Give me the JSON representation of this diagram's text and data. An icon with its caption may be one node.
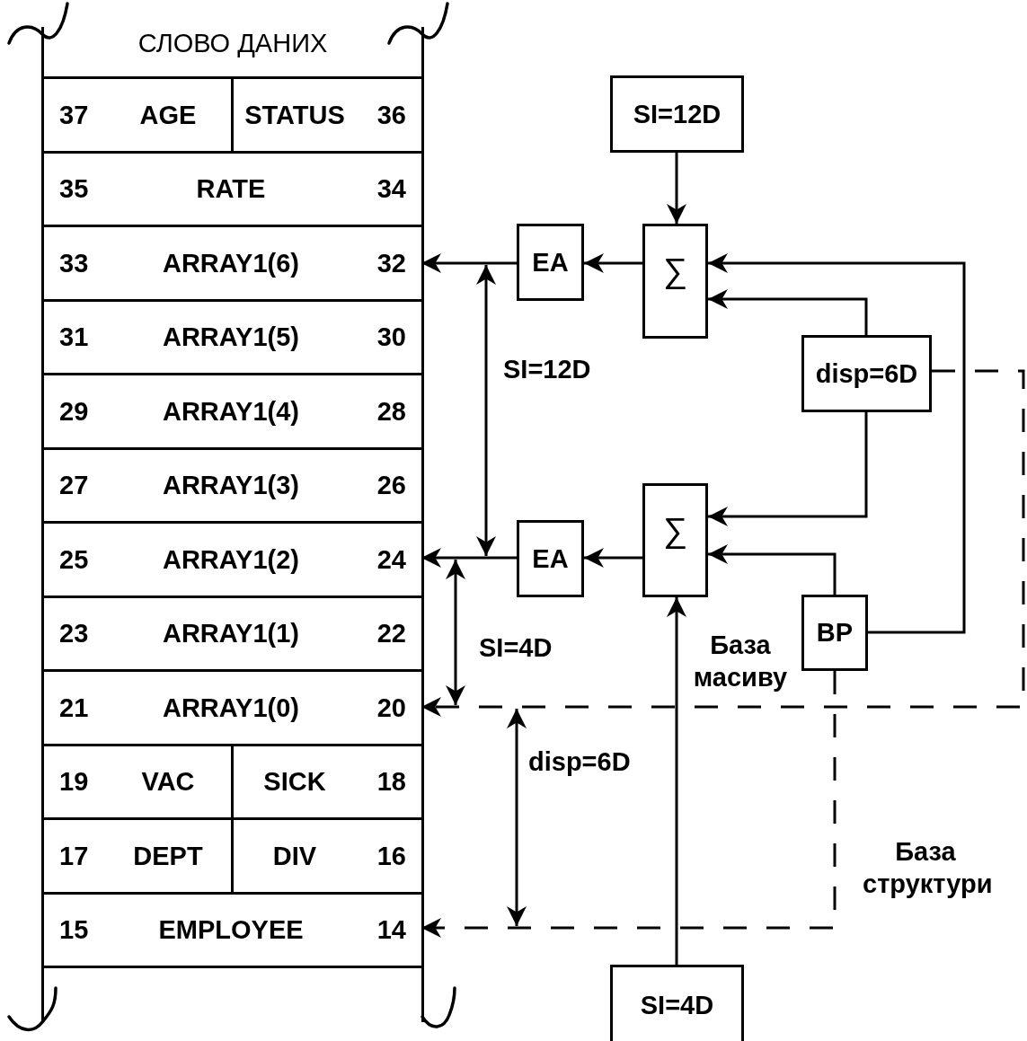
{
  "diagram": {
    "nodes": [
      {
        "text": [
          "СЛОВО ДАНИХ"
        ]
      },
      {
        "text": [
          "37",
          "AGE",
          "STATUS",
          "36"
        ],
        "in": 0
      },
      {
        "text": [
          "35",
          "RATE",
          "34"
        ],
        "in": 0
      },
      {
        "text": [
          "33",
          "ARRAY1(6)",
          "32"
        ],
        "in": 0
      },
      {
        "text": [
          "31",
          "ARRAY1(5)",
          "30"
        ],
        "in": 0
      },
      {
        "text": [
          "29",
          "ARRAY1(4)",
          "28"
        ],
        "in": 0
      },
      {
        "text": [
          "27",
          "ARRAY1(3)",
          "26"
        ],
        "in": 0
      },
      {
        "text": [
          "25",
          "ARRAY1(2)",
          "24"
        ],
        "in": 0
      },
      {
        "text": [
          "23",
          "ARRAY1(1)",
          "22"
        ],
        "in": 0
      },
      {
        "text": [
          "21",
          "ARRAY1(0)",
          "20"
        ],
        "in": 0
      },
      {
        "text": [
          "19",
          "VAC",
          "SICK",
          "18"
        ],
        "in": 0
      },
      {
        "text": [
          "17",
          "DEPT",
          "DIV",
          "16"
        ],
        "in": 0
      },
      {
        "text": [
          "15",
          "EMPLOYEE",
          "14"
        ],
        "in": 0
      },
      {
        "text": [
          "SI=12D"
        ]
      },
      {
        "text": [
          "∑"
        ]
      },
      {
        "text": [
          "EA"
        ]
      },
      {
        "text": [
          "disp=6D"
        ]
      },
      {
        "text": [
          "∑"
        ]
      },
      {
        "text": [
          "EA"
        ]
      },
      {
        "text": [
          "BP"
        ]
      },
      {
        "text": [
          "SI=4D"
        ]
      }
    ],
    "edges": [
      {
        "from": 13,
        "to": 14,
        "arrow": "to"
      },
      {
        "from": 14,
        "to": 15,
        "arrow": "to"
      },
      {
        "from": 15,
        "to": 3,
        "arrow": "to"
      },
      {
        "from": 19,
        "to": 14,
        "arrow": "to"
      },
      {
        "from": 16,
        "to": 14,
        "arrow": "to"
      },
      {
        "from": 16,
        "to": 17,
        "arrow": "to"
      },
      {
        "from": 19,
        "to": 17,
        "arrow": "to"
      },
      {
        "from": 17,
        "to": 18,
        "arrow": "to"
      },
      {
        "from": 18,
        "to": 7,
        "arrow": "to"
      },
      {
        "from": 20,
        "to": 17,
        "arrow": "to"
      },
      {
        "from": 16,
        "to": 9,
        "arrow": "to",
        "style": "dashed",
        "label": "База масиву"
      },
      {
        "from": 19,
        "to": 12,
        "arrow": "to",
        "style": "dashed",
        "label": "База структури"
      }
    ],
    "labels": [
      "SI=12D",
      "SI=4D",
      "disp=6D"
    ]
  }
}
